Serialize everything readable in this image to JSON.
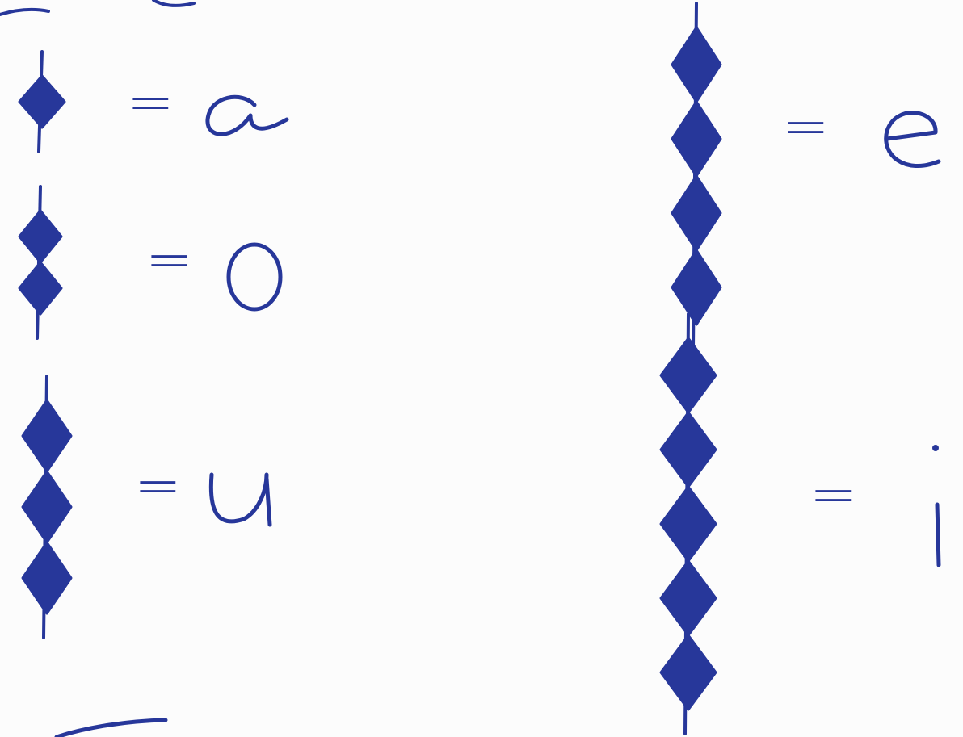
{
  "ink_color": "#27379a",
  "key": [
    {
      "diamonds": 1,
      "equals": "=",
      "letter": "a"
    },
    {
      "diamonds": 2,
      "equals": "=",
      "letter": "o"
    },
    {
      "diamonds": 3,
      "equals": "=",
      "letter": "u"
    },
    {
      "diamonds": 4,
      "equals": "=",
      "letter": "e"
    },
    {
      "diamonds": 5,
      "equals": "=",
      "letter": "i"
    }
  ]
}
